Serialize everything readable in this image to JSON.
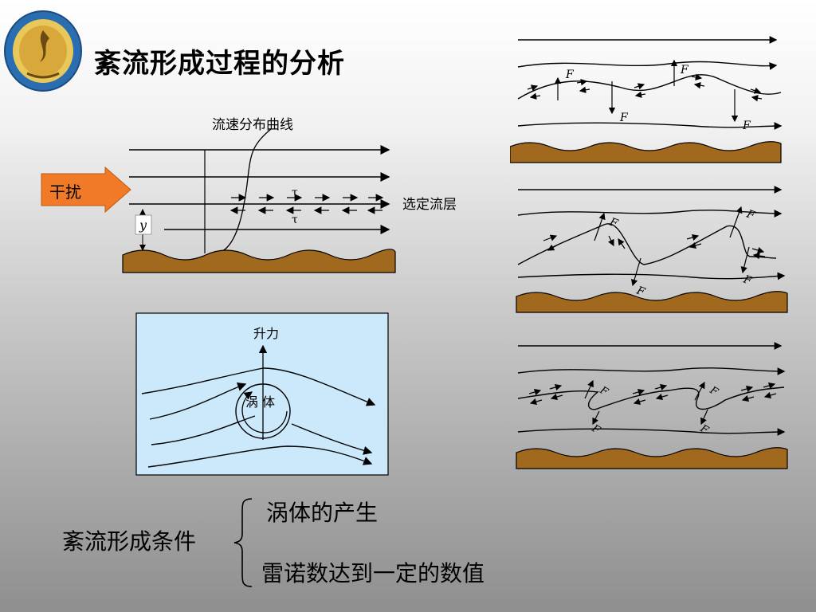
{
  "slide": {
    "title": "紊流形成过程的分析"
  },
  "layer_diagram": {
    "velocity_curve_label": "流速分布曲线",
    "disturbance_label": "干扰",
    "selected_layer_label": "选定流层",
    "tau_upper": "τ",
    "tau_lower": "τ",
    "y_label": "y"
  },
  "vortex_diagram": {
    "lift_label": "升力",
    "vortex_label": "涡 体"
  },
  "right_panels": {
    "force_label": "F"
  },
  "conditions": {
    "heading": "紊流形成条件",
    "items": [
      "涡体的产生",
      "雷诺数达到一定的数值"
    ]
  },
  "colors": {
    "disturbance_arrow": "#f07a28",
    "ground": "#a0691e",
    "vortex_box": "#cce8fb"
  }
}
